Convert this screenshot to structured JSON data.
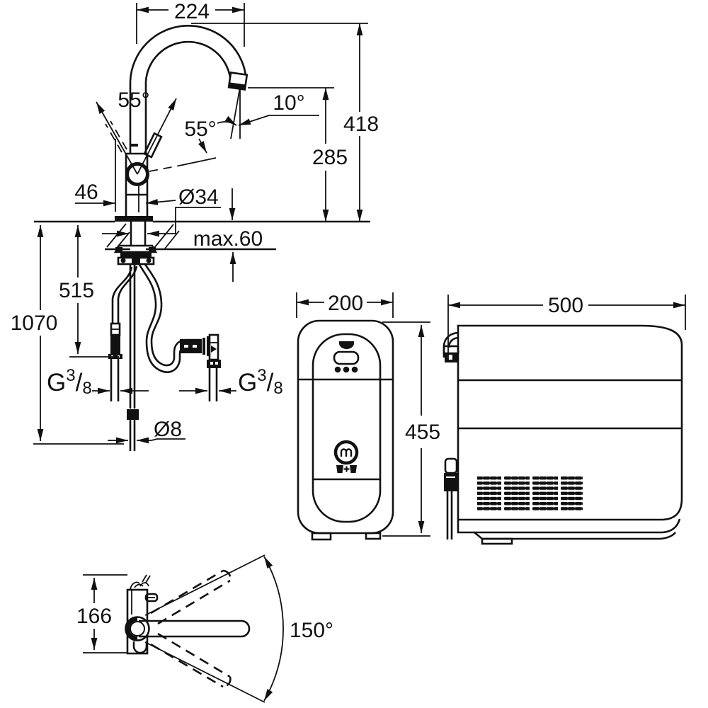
{
  "drawing": {
    "kind": "technical dimensional drawing, black line art on white",
    "colors": {
      "line": "#111111",
      "background": "#ffffff"
    },
    "views": {
      "faucet_front": {
        "label": "faucet front view with supply hoses",
        "dims": {
          "spout_reach": "224",
          "handle_angle_left": "55°",
          "handle_angle_right": "55°",
          "outlet_angle": "10°",
          "height_spout_top": "418",
          "height_outlet": "285",
          "handle_clearance": "46",
          "body_diameter": "Ø34",
          "max_counter_thickness": "max.60",
          "hose_length_short": "515",
          "hose_length_total": "1070",
          "hose_diameter": "Ø8",
          "thread_left": {
            "letter": "G",
            "numerator": "3",
            "slash": "/",
            "denominator": "8"
          },
          "thread_right": {
            "letter": "G",
            "numerator": "3",
            "slash": "/",
            "denominator": "8"
          }
        }
      },
      "filter_front": {
        "label": "filter unit front view",
        "dims": {
          "width": "200",
          "height": "455"
        }
      },
      "cooler_side": {
        "label": "cooler unit side view",
        "dims": {
          "width": "500"
        }
      },
      "faucet_top": {
        "label": "faucet top view swivel range",
        "dims": {
          "body_depth": "166",
          "swivel_angle": "150°"
        }
      }
    },
    "icons": [
      "filter-head-button-icon",
      "filter-indicator-pill-icon",
      "three-dots-led-icon",
      "grohe-logo-icon",
      "cup-plus-cup-icon",
      "vent-grille-icon",
      "hose-connector-icon",
      "power-plug-icon"
    ]
  }
}
